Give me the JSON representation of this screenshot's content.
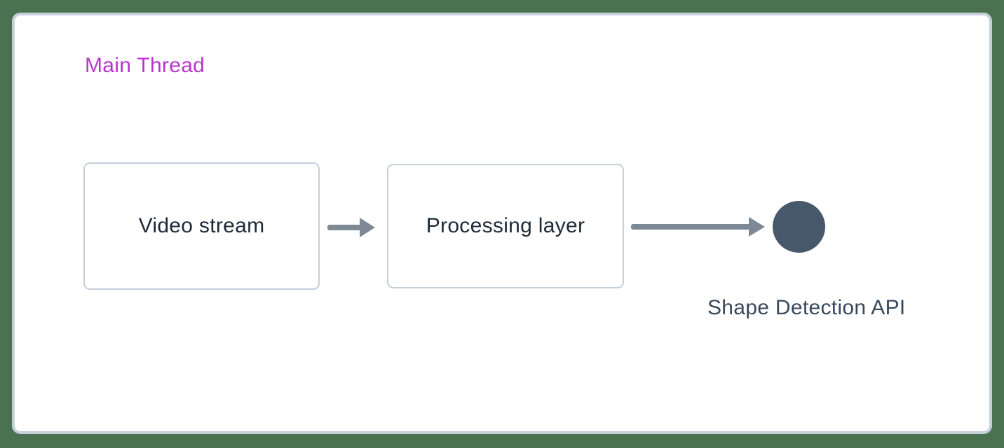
{
  "diagram": {
    "thread_label": "Main Thread",
    "nodes": [
      {
        "id": "video-stream",
        "type": "box",
        "label": "Video stream"
      },
      {
        "id": "processing-layer",
        "type": "box",
        "label": "Processing layer"
      },
      {
        "id": "shape-detection-api",
        "type": "circle",
        "label": "Shape Detection API"
      }
    ],
    "connectors": [
      {
        "from": "video-stream",
        "to": "processing-layer",
        "style": "arrow-right"
      },
      {
        "from": "processing-layer",
        "to": "shape-detection-api",
        "style": "arrow-right"
      }
    ]
  },
  "colors": {
    "background_green": "#4a7150",
    "panel_border": "#c5d0da",
    "box_border": "#c3cfda",
    "arrow_gray": "#7d8a96",
    "circle_fill": "#47586a",
    "thread_label_text": "#ba34ce",
    "node_text": "#1d2a38",
    "api_label_text": "#38495c"
  }
}
